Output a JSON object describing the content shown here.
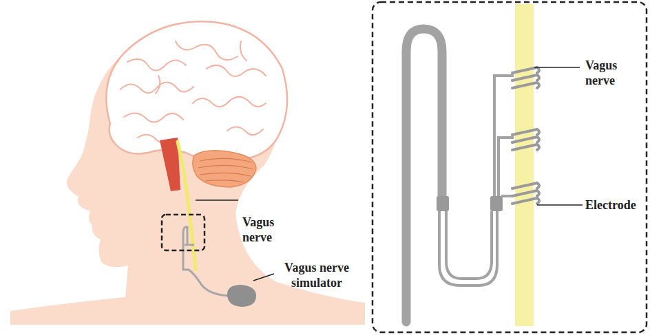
{
  "diagram": {
    "labels": [
      "Vagus nerve",
      "Vagus nerve simulator",
      "Vagus nerve",
      "Electrode"
    ]
  }
}
